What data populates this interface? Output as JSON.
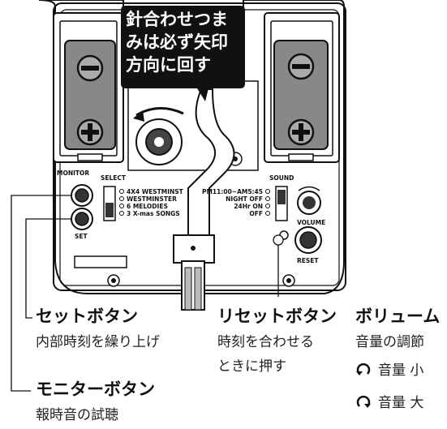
{
  "callout": {
    "line1": "針合わせつま",
    "line2": "みは必ず矢印",
    "line3": "方向に回す"
  },
  "device": {
    "monitor": "MONITOR",
    "set": "SET",
    "select": "SELECT",
    "sound": "SOUND",
    "volume": "VOLUME",
    "reset": "RESET",
    "melodies": [
      "4X4 WESTMINST",
      "WESTMINSTER",
      "6 MELODIES",
      "3 X-mas SONGS"
    ],
    "sound_modes": [
      "PM11:00~AM5:45",
      "NIGHT OFF",
      "24Hr ON",
      "OFF"
    ]
  },
  "labels": {
    "set_button": {
      "title": "セットボタン",
      "desc": "内部時刻を繰り上げ"
    },
    "reset_button": {
      "title": "リセットボタン",
      "desc1": "時刻を合わせる",
      "desc2": "ときに押す"
    },
    "volume": {
      "title": "ボリューム",
      "desc": "音量の調節",
      "low": "音量 小",
      "high": "音量 大"
    },
    "monitor_button": {
      "title": "モニターボタン",
      "desc": "報時音の試聴"
    }
  }
}
